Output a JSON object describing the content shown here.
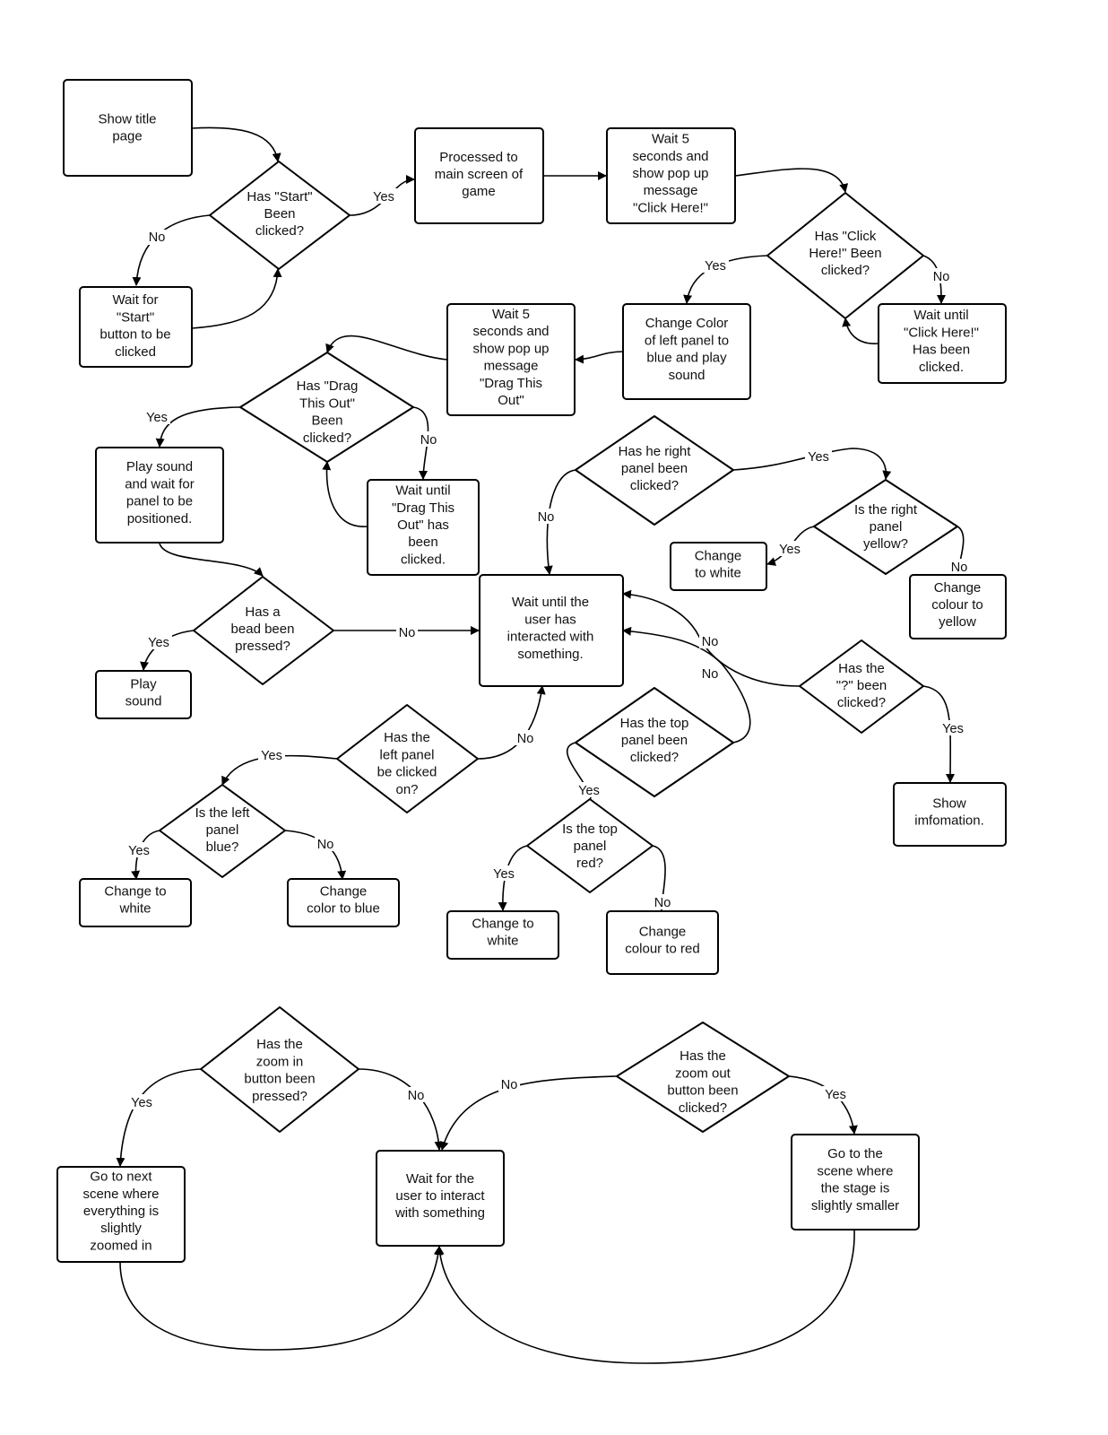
{
  "nodes": {
    "show_title": [
      "Show title",
      "page"
    ],
    "start_dec": [
      "Has \"Start\"",
      "Been",
      "clicked?"
    ],
    "wait_start": [
      "Wait for",
      "\"Start\"",
      "button to be",
      "clicked"
    ],
    "main_screen": [
      "Processed to",
      "main screen of",
      "game"
    ],
    "wait5_click": [
      "Wait 5",
      "seconds and",
      "show pop up",
      "message",
      "\"Click Here!\""
    ],
    "click_dec": [
      "Has \"Click",
      "Here!\" Been",
      "clicked?"
    ],
    "wait_click": [
      "Wait until",
      "\"Click Here!\"",
      "Has been",
      "clicked."
    ],
    "change_left_blue": [
      "Change Color",
      "of left panel to",
      "blue and play",
      "sound"
    ],
    "wait5_drag": [
      "Wait 5",
      "seconds and",
      "show pop up",
      "message",
      "\"Drag This",
      "Out\""
    ],
    "drag_dec": [
      "Has \"Drag",
      "This Out\"",
      "Been",
      "clicked?"
    ],
    "wait_drag": [
      "Wait until",
      "\"Drag This",
      "Out\" has",
      "been",
      "clicked."
    ],
    "play_wait": [
      "Play sound",
      "and wait for",
      "panel to be",
      "positioned."
    ],
    "bead_dec": [
      "Has a",
      "bead been",
      "pressed?"
    ],
    "play_sound": [
      "Play",
      "sound"
    ],
    "wait_interact": [
      "Wait until the",
      "user has",
      "interacted with",
      "something."
    ],
    "right_dec": [
      "Has he right",
      "panel been",
      "clicked?"
    ],
    "right_yellow_dec": [
      "Is the right",
      "panel",
      "yellow?"
    ],
    "change_white_r": [
      "Change",
      "to white"
    ],
    "change_yellow": [
      "Change",
      "colour to",
      "yellow"
    ],
    "help_dec": [
      "Has the",
      "\"?\" been",
      "clicked?"
    ],
    "show_info": [
      "Show",
      "imfomation."
    ],
    "top_dec": [
      "Has the top",
      "panel been",
      "clicked?"
    ],
    "top_red_dec": [
      "Is the top",
      "panel",
      "red?"
    ],
    "change_white_t": [
      "Change to",
      "white"
    ],
    "change_red": [
      "Change",
      "colour to red"
    ],
    "left_dec": [
      "Has the",
      "left panel",
      "be clicked",
      "on?"
    ],
    "left_blue_dec": [
      "Is the left",
      "panel",
      "blue?"
    ],
    "change_white_l": [
      "Change to",
      "white"
    ],
    "change_blue": [
      "Change",
      "color to blue"
    ],
    "zoomin_dec": [
      "Has the",
      "zoom in",
      "button been",
      "pressed?"
    ],
    "zoomout_dec": [
      "Has the",
      "zoom out",
      "button been",
      "clicked?"
    ],
    "next_scene": [
      "Go to next",
      "scene where",
      "everything is",
      "slightly",
      "zoomed in"
    ],
    "wait_interact2": [
      "Wait for the",
      "user to interact",
      "with something"
    ],
    "smaller_scene": [
      "Go to the",
      "scene where",
      "the stage is",
      "slightly smaller"
    ]
  },
  "edge_labels": {
    "start_no": "No",
    "start_yes": "Yes",
    "click_yes": "Yes",
    "click_no": "No",
    "drag_yes": "Yes",
    "drag_no": "No",
    "bead_yes": "Yes",
    "bead_no": "No",
    "right_no": "No",
    "right_yes": "Yes",
    "right_yellow_yes": "Yes",
    "right_yellow_no": "No",
    "help_no": "No",
    "help_yes": "Yes",
    "top_no": "No",
    "top_yes": "Yes",
    "top_red_yes": "Yes",
    "top_red_no": "No",
    "left_no": "No",
    "left_yes": "Yes",
    "left_blue_yes": "Yes",
    "left_blue_no": "No",
    "zoomin_yes": "Yes",
    "zoomin_no": "No",
    "zoomout_no": "No",
    "zoomout_yes": "Yes"
  }
}
